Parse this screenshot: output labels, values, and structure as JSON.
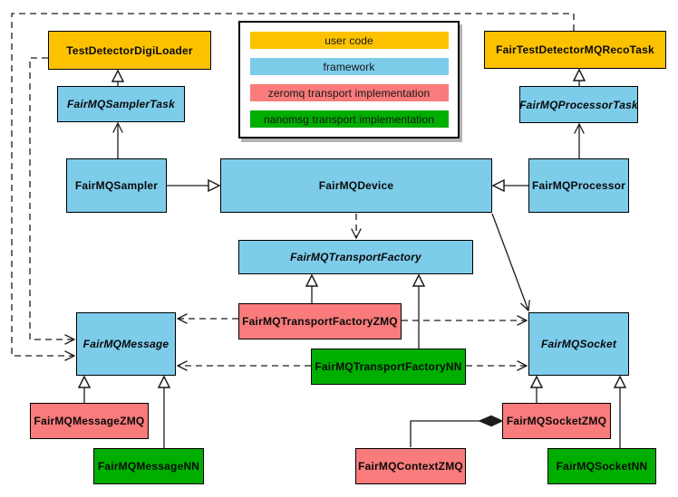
{
  "diagram": {
    "kind": "uml-class-diagram",
    "subject": "FairMQ framework class relationships",
    "colors": {
      "user_code": "#FCC200",
      "framework": "#7DCCEA",
      "zeromq": "#F97B7B",
      "nanomsg": "#00AE00",
      "edge": "#1c1c1c",
      "background": "#ffffff"
    },
    "legend": {
      "items": [
        {
          "label": "user code",
          "color": "#FCC200"
        },
        {
          "label": "framework",
          "color": "#7DCCEA"
        },
        {
          "label": "zeromq transport implementation",
          "color": "#F97B7B"
        },
        {
          "label": "nanomsg transport implementation",
          "color": "#00AE00"
        }
      ]
    },
    "nodes": {
      "TestDetectorDigiLoader": {
        "label": "TestDetectorDigiLoader",
        "category": "user code",
        "abstract": false
      },
      "FairTestDetectorMQRecoTask": {
        "label": "FairTestDetectorMQRecoTask",
        "category": "user code",
        "abstract": false
      },
      "FairMQSamplerTask": {
        "label": "FairMQSamplerTask",
        "category": "framework",
        "abstract": true
      },
      "FairMQProcessorTask": {
        "label": "FairMQProcessorTask",
        "category": "framework",
        "abstract": true
      },
      "FairMQSampler": {
        "label": "FairMQSampler",
        "category": "framework",
        "abstract": false
      },
      "FairMQDevice": {
        "label": "FairMQDevice",
        "category": "framework",
        "abstract": false
      },
      "FairMQProcessor": {
        "label": "FairMQProcessor",
        "category": "framework",
        "abstract": false
      },
      "FairMQTransportFactory": {
        "label": "FairMQTransportFactory",
        "category": "framework",
        "abstract": true
      },
      "FairMQMessage": {
        "label": "FairMQMessage",
        "category": "framework",
        "abstract": true
      },
      "FairMQSocket": {
        "label": "FairMQSocket",
        "category": "framework",
        "abstract": true
      },
      "FairMQTransportFactoryZMQ": {
        "label": "FairMQTransportFactoryZMQ",
        "category": "zeromq transport implementation",
        "abstract": false
      },
      "FairMQTransportFactoryNN": {
        "label": "FairMQTransportFactoryNN",
        "category": "nanomsg transport implementation",
        "abstract": false
      },
      "FairMQMessageZMQ": {
        "label": "FairMQMessageZMQ",
        "category": "zeromq transport implementation",
        "abstract": false
      },
      "FairMQMessageNN": {
        "label": "FairMQMessageNN",
        "category": "nanomsg transport implementation",
        "abstract": false
      },
      "FairMQSocketZMQ": {
        "label": "FairMQSocketZMQ",
        "category": "zeromq transport implementation",
        "abstract": false
      },
      "FairMQSocketNN": {
        "label": "FairMQSocketNN",
        "category": "nanomsg transport implementation",
        "abstract": false
      },
      "FairMQContextZMQ": {
        "label": "FairMQContextZMQ",
        "category": "zeromq transport implementation",
        "abstract": false
      }
    },
    "edges": [
      {
        "from": "FairMQSamplerTask",
        "to": "TestDetectorDigiLoader",
        "type": "inheritance-hollow-triangle"
      },
      {
        "from": "FairMQSampler",
        "to": "FairMQSamplerTask",
        "type": "association-open-arrow"
      },
      {
        "from": "FairMQProcessorTask",
        "to": "FairTestDetectorMQRecoTask",
        "type": "inheritance-hollow-triangle"
      },
      {
        "from": "FairMQProcessor",
        "to": "FairMQProcessorTask",
        "type": "association-open-arrow"
      },
      {
        "from": "FairMQSampler",
        "to": "FairMQDevice",
        "type": "inheritance-hollow-triangle"
      },
      {
        "from": "FairMQProcessor",
        "to": "FairMQDevice",
        "type": "inheritance-hollow-triangle"
      },
      {
        "from": "FairMQDevice",
        "to": "FairMQTransportFactory",
        "type": "dependency-dashed-open-arrow"
      },
      {
        "from": "FairMQDevice",
        "to": "FairMQSocket",
        "type": "association-open-arrow"
      },
      {
        "from": "FairMQTransportFactoryZMQ",
        "to": "FairMQTransportFactory",
        "type": "inheritance-hollow-triangle"
      },
      {
        "from": "FairMQTransportFactoryNN",
        "to": "FairMQTransportFactory",
        "type": "inheritance-hollow-triangle"
      },
      {
        "from": "FairMQTransportFactoryZMQ",
        "to": "FairMQMessage",
        "type": "dependency-dashed-open-arrow"
      },
      {
        "from": "FairMQTransportFactoryZMQ",
        "to": "FairMQSocket",
        "type": "dependency-dashed-open-arrow"
      },
      {
        "from": "FairMQTransportFactoryNN",
        "to": "FairMQMessage",
        "type": "dependency-dashed-open-arrow"
      },
      {
        "from": "FairMQTransportFactoryNN",
        "to": "FairMQSocket",
        "type": "dependency-dashed-open-arrow"
      },
      {
        "from": "TestDetectorDigiLoader",
        "to": "FairMQMessage",
        "type": "dependency-dashed-open-arrow"
      },
      {
        "from": "FairTestDetectorMQRecoTask",
        "to": "FairMQMessage",
        "type": "dependency-dashed-open-arrow"
      },
      {
        "from": "FairMQMessageZMQ",
        "to": "FairMQMessage",
        "type": "inheritance-hollow-triangle"
      },
      {
        "from": "FairMQMessageNN",
        "to": "FairMQMessage",
        "type": "inheritance-hollow-triangle"
      },
      {
        "from": "FairMQSocketZMQ",
        "to": "FairMQSocket",
        "type": "inheritance-hollow-triangle"
      },
      {
        "from": "FairMQSocketNN",
        "to": "FairMQSocket",
        "type": "inheritance-hollow-triangle"
      },
      {
        "from": "FairMQSocketZMQ",
        "to": "FairMQContextZMQ",
        "type": "composition-filled-diamond"
      }
    ]
  }
}
